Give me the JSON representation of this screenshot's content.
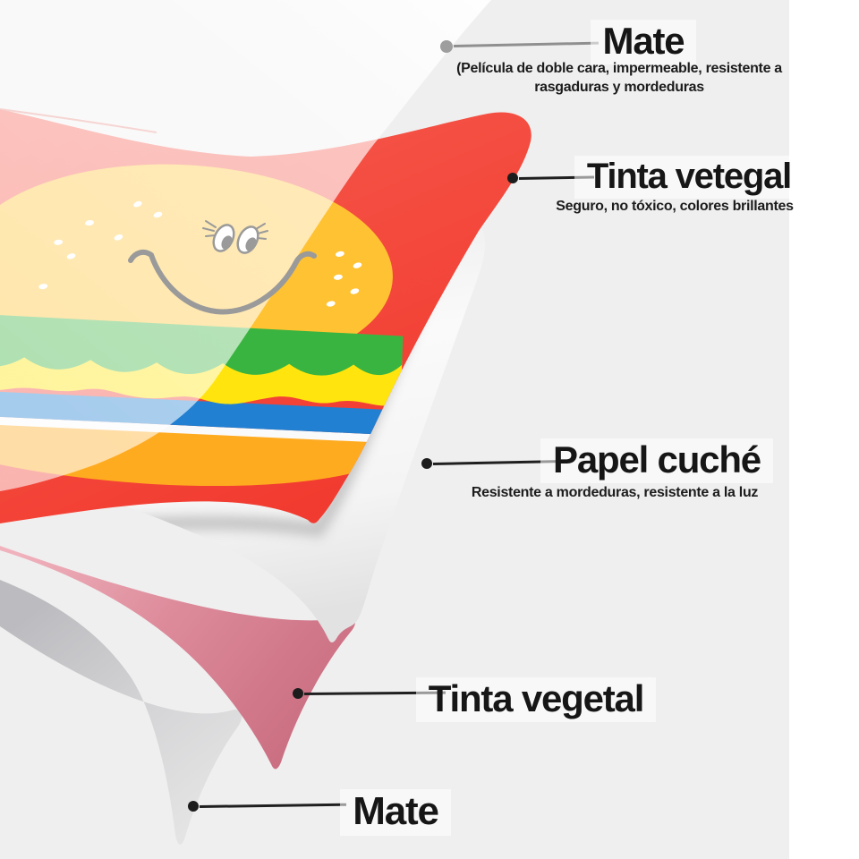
{
  "page": {
    "background": "#f0efef",
    "right_strip_color": "#ffffff"
  },
  "colors": {
    "printed_sheet_red": "#f5483d",
    "film_white": "#ffffff",
    "coated_paper": "#f7f7f7",
    "ink_pink_sheet": "#d9849a",
    "matte_gray_sheet": "#c9c9cc",
    "leader_line_dark": "#1f1f1f",
    "leader_line_gray": "#8f8f8f"
  },
  "illustration": {
    "subject_icon": "smiling-hamburger-sticker",
    "bun_color": "#ffc232",
    "lettuce_color": "#3ab440",
    "cheese_color": "#ffe50d",
    "stripe_blue": "#2180d2",
    "bottom_bun_color": "#ffab20",
    "face_gray": "#9a9a9a"
  },
  "annotations": [
    {
      "id": "mate-top",
      "title": "Mate",
      "desc_lines": [
        "(Película de doble cara, impermeable, resistente a",
        "rasgaduras y mordeduras"
      ]
    },
    {
      "id": "tinta-vetegal",
      "title": "Tinta vetegal",
      "desc_lines": [
        "Seguro, no tóxico, colores brillantes",
        ""
      ]
    },
    {
      "id": "papel-cuche",
      "title": "Papel cuché",
      "desc_lines": [
        "Resistente a mordeduras, resistente a la luz",
        ""
      ]
    },
    {
      "id": "tinta-vegetal",
      "title": "Tinta vegetal",
      "desc_lines": [
        "",
        ""
      ]
    },
    {
      "id": "mate-bottom",
      "title": "Mate",
      "desc_lines": [
        "",
        ""
      ]
    }
  ]
}
